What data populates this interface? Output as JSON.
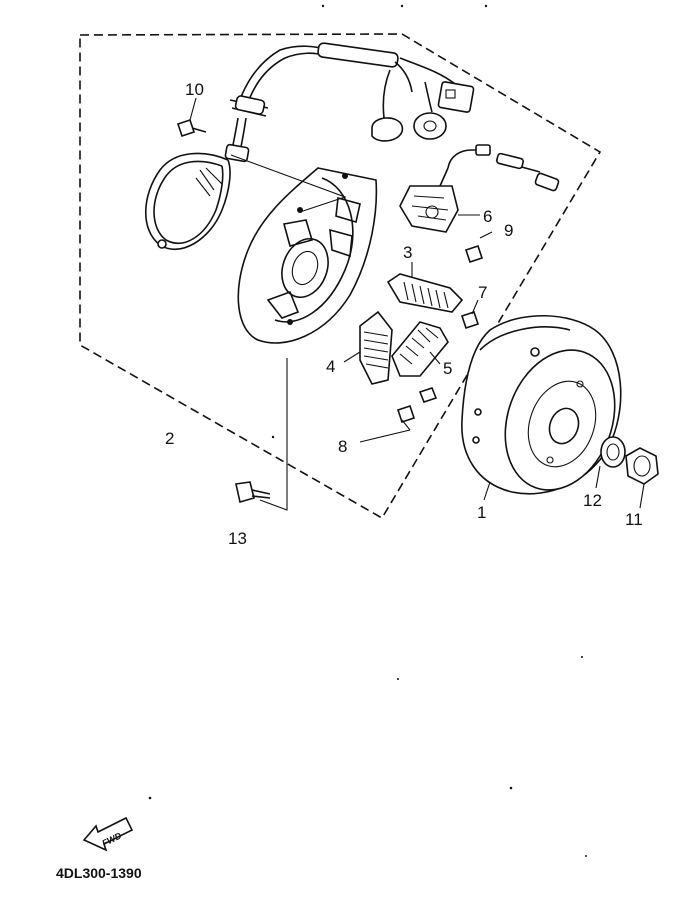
{
  "diagram": {
    "part_code": "4DL300-1390",
    "fwd_label": "FWD",
    "callouts": {
      "c1": "1",
      "c2": "2",
      "c3": "3",
      "c4": "4",
      "c5": "5",
      "c6": "6",
      "c7": "7",
      "c8": "8",
      "c9": "9",
      "c10": "10",
      "c11": "11",
      "c12": "12",
      "c13": "13"
    }
  }
}
